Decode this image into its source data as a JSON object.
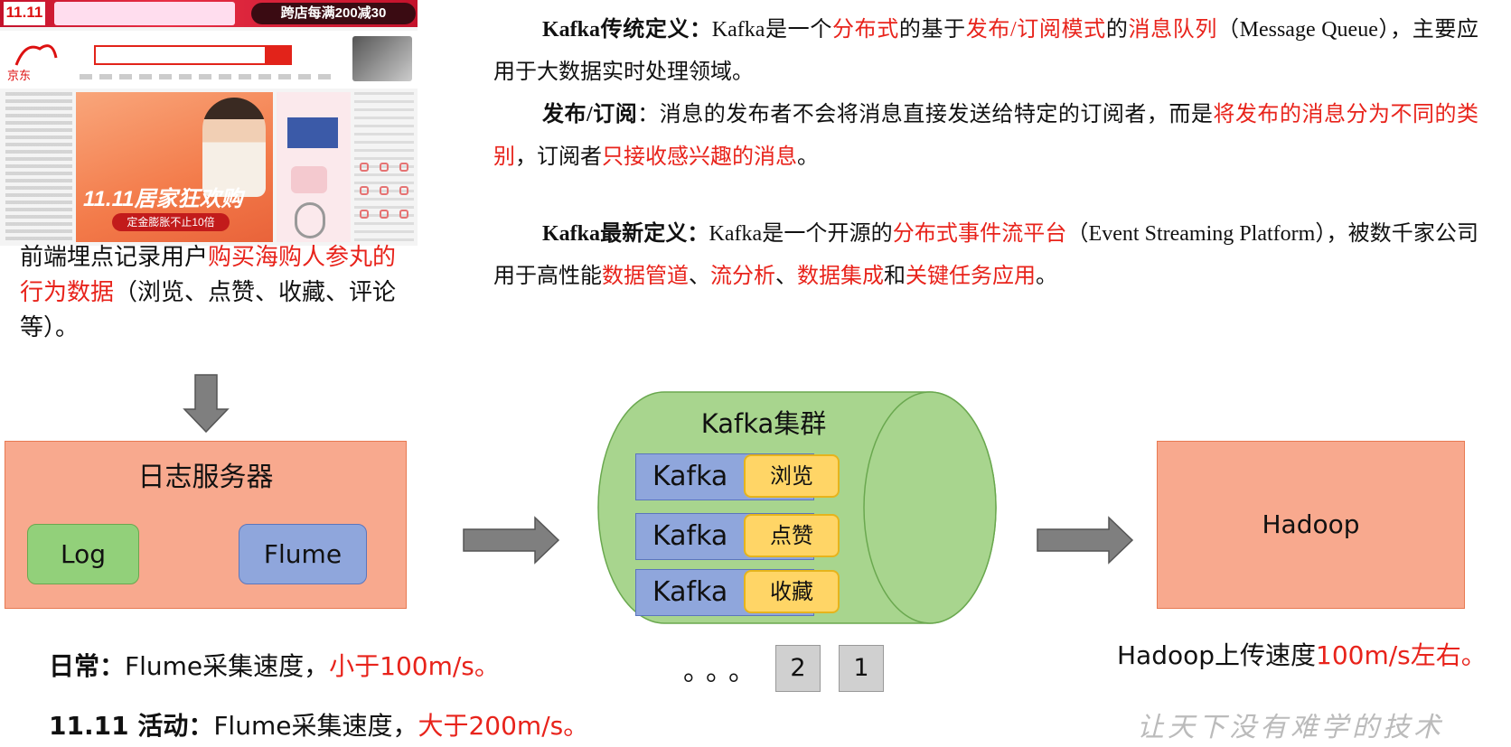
{
  "screenshot": {
    "badge": "11.11",
    "promo": "跨店每满200减30",
    "logo": "京东",
    "banner_title": "11.11居家狂欢购",
    "banner_button": "定金膨胀不止10倍"
  },
  "frontend_note": {
    "prefix": "前端埋点记录用户",
    "highlight": "购买海购人参丸的行为数据",
    "suffix": "（浏览、点赞、收藏、评论等）。"
  },
  "definitions": {
    "traditional": {
      "label": "Kafka传统定义：",
      "t1": "Kafka是一个",
      "h1": "分布式",
      "t2": "的基于",
      "h2": "发布/订阅模式",
      "t3": "的",
      "h3": "消息队列",
      "t4": "（Message Queue），主要应用于大数据实时处理领域。"
    },
    "pubsub": {
      "label": "发布/订阅",
      "t1": "：消息的发布者不会将消息直接发送给特定的订阅者，而是",
      "h1": "将发布的消息分为不同的类别",
      "t2": "，订阅者",
      "h2": "只接收感兴趣的消息",
      "t3": "。"
    },
    "latest": {
      "label": "Kafka最新定义：",
      "t1": "Kafka是一个开源的",
      "h1": "分布式事件流平台",
      "t2": "（Event Streaming Platform），被数千家公司用于高性能",
      "h2": "数据管道",
      "s1": "、",
      "h3": "流分析",
      "s2": "、",
      "h4": "数据集成",
      "t3": "和",
      "h5": "关键任务应用",
      "t4": "。"
    }
  },
  "diagram": {
    "log_server": "日志服务器",
    "log": "Log",
    "flume": "Flume",
    "cluster_title": "Kafka集群",
    "kafka_rows": [
      {
        "name": "Kafka",
        "topic": "浏览"
      },
      {
        "name": "Kafka",
        "topic": "点赞"
      },
      {
        "name": "Kafka",
        "topic": "收藏"
      }
    ],
    "dots": "。。。",
    "partitions": [
      "2",
      "1"
    ],
    "hadoop": "Hadoop"
  },
  "stats": {
    "daily_label": "日常：",
    "daily_text": "Flume采集速度，",
    "daily_value": "小于100m/s。",
    "event_label": "11.11 活动：",
    "event_text": "Flume采集速度，",
    "event_value": "大于200m/s。",
    "hadoop_text": "Hadoop上传速度",
    "hadoop_value": "100m/s左右。"
  },
  "watermark": "让天下没有难学的技术",
  "colors": {
    "highlight": "#e8231b",
    "log_server_fill": "#f8a98e",
    "log_fill": "#92d07a",
    "flume_fill": "#8fa6dc",
    "cluster_fill": "#a8d58e",
    "topic_fill": "#ffd566",
    "arrow_fill": "#7f7f7f"
  }
}
